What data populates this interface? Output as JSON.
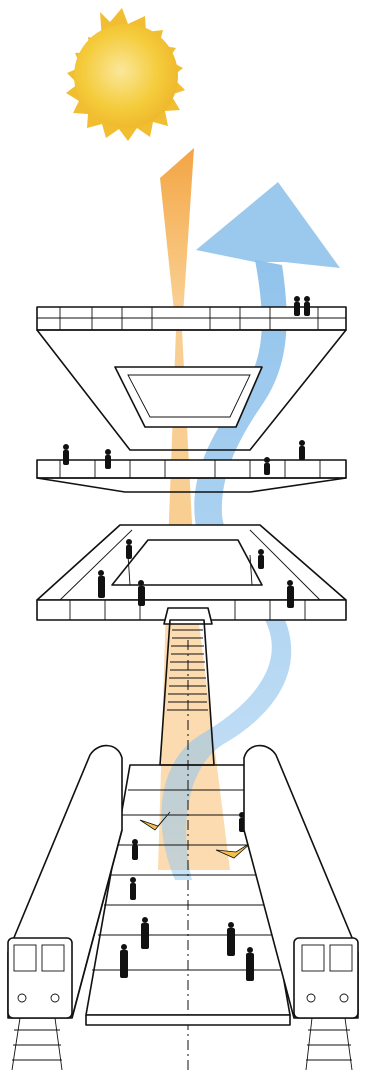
{
  "diagram": {
    "title": "",
    "labels": [],
    "colors": {
      "sun_core": "#f2c230",
      "sun_glow": "#f7d86a",
      "light_beam": "#f4a638",
      "air_flow": "#8cc3ea",
      "line": "#111111"
    },
    "elements": [
      "sun",
      "sunlight-beam",
      "air-flow-arrow",
      "roof-deck",
      "mezzanine-level",
      "concourse-level",
      "stairway",
      "platform",
      "left-train",
      "right-train"
    ]
  }
}
